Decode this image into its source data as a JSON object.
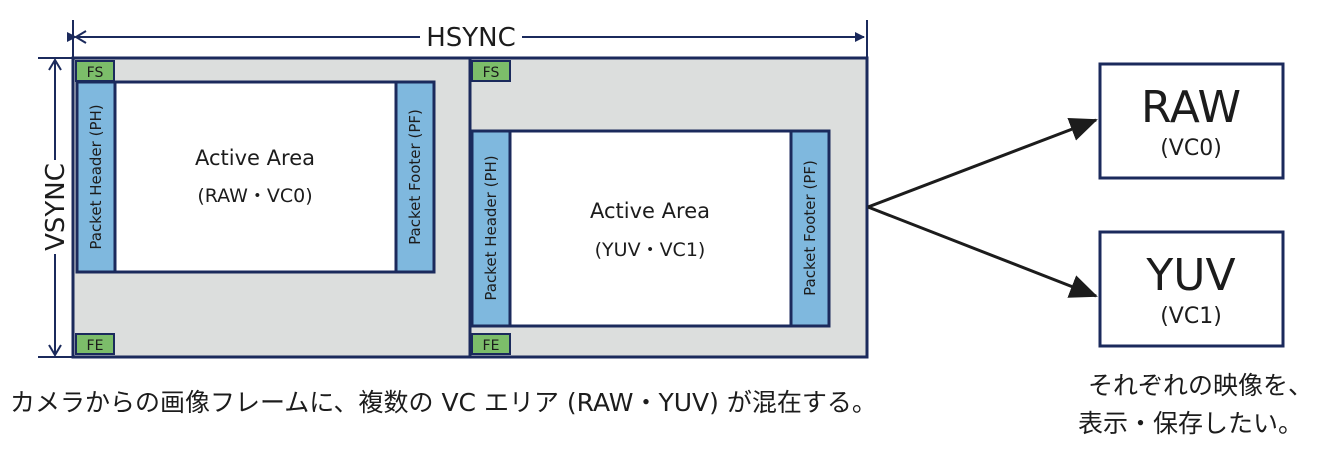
{
  "diagram": {
    "hsync_label": "HSYNC",
    "vsync_label": "VSYNC",
    "left_frame": {
      "fs": "FS",
      "fe": "FE",
      "header": "Packet Header (PH)",
      "footer": "Packet Footer (PF)",
      "active_title": "Active Area",
      "active_sub": "(RAW・VC0)"
    },
    "right_frame": {
      "fs": "FS",
      "fe": "FE",
      "header": "Packet Header (PH)",
      "footer": "Packet Footer (PF)",
      "active_title": "Active Area",
      "active_sub": "(YUV・VC1)"
    },
    "outputs": [
      {
        "title": "RAW",
        "sub": "(VC0)"
      },
      {
        "title": "YUV",
        "sub": "(VC1)"
      }
    ],
    "caption_bottom": "カメラからの画像フレームに、複数の VC エリア (RAW・YUV) が混在する。",
    "caption_right": [
      "それぞれの映像を、",
      "表示・保存したい。"
    ]
  },
  "colors": {
    "navy": "#1b2a5c",
    "frame_fill": "#dcdedd",
    "packet_blue": "#7fb8de",
    "fs_green": "#7cbd6a",
    "white": "#ffffff"
  },
  "icons": [
    "arrow-right-icon"
  ]
}
